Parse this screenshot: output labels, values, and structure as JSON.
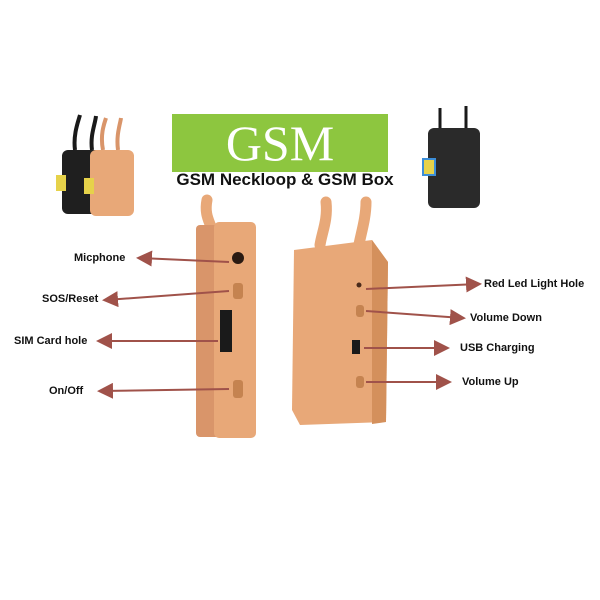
{
  "title": {
    "banner": "GSM",
    "subtitle": "GSM Neckloop & GSM Box"
  },
  "labels": {
    "left": [
      "Micphone",
      "SOS/Reset",
      "SIM Card hole",
      "On/Off"
    ],
    "right": [
      "Red Led Light Hole",
      "Volume Down",
      "USB Charging",
      "Volume Up"
    ]
  },
  "colors": {
    "banner": "#8dc63f",
    "device_body": "#e8a878",
    "arrow": "#a0524a",
    "black_device": "#1f1f1f"
  }
}
